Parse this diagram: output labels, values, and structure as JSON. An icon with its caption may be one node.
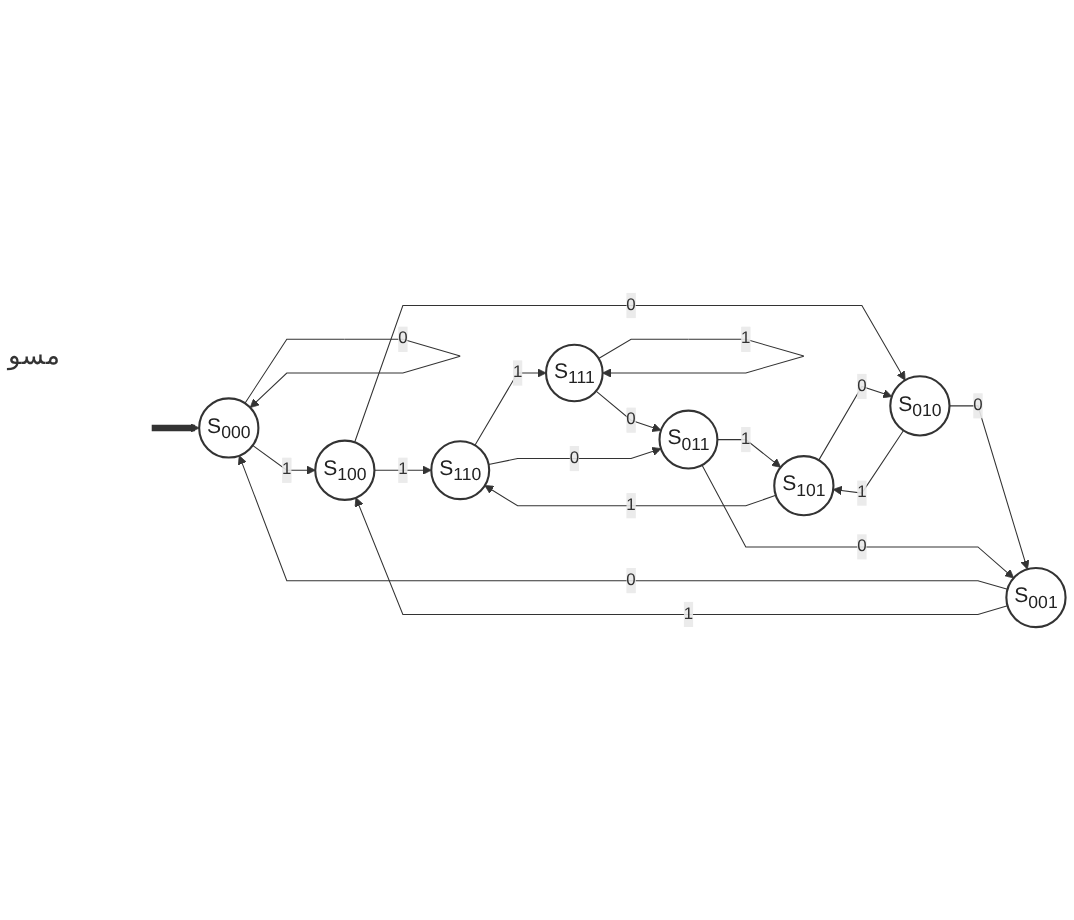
{
  "diagram": {
    "nodes": [
      {
        "text": [
          "S$_{000}$"
        ]
      },
      {
        "text": [
          "S$_{100}$"
        ]
      },
      {
        "text": [
          "S$_{001}$"
        ]
      },
      {
        "text": [
          "S$_{111}$"
        ]
      },
      {
        "text": [
          "S$_{110}$"
        ]
      },
      {
        "text": [
          "S$_{010}$"
        ]
      },
      {
        "text": [
          "S$_{011}$"
        ]
      },
      {
        "text": [
          "S$_{101}$"
        ]
      }
    ],
    "edges": [
      {
        "from": 0,
        "to": 0,
        "arrow": "to",
        "label": "0"
      },
      {
        "from": 0,
        "to": 1,
        "arrow": "to",
        "label": "1"
      },
      {
        "from": 2,
        "to": 0,
        "arrow": "to",
        "label": "0"
      },
      {
        "from": 2,
        "to": 1,
        "arrow": "to",
        "label": "1"
      },
      {
        "from": 1,
        "to": 4,
        "arrow": "to",
        "label": "1"
      },
      {
        "from": 1,
        "to": 5,
        "arrow": "to",
        "label": "0"
      },
      {
        "from": 5,
        "to": 2,
        "arrow": "to",
        "label": "0"
      },
      {
        "from": 3,
        "to": 3,
        "arrow": "to",
        "label": "1"
      },
      {
        "from": 4,
        "to": 3,
        "arrow": "to",
        "label": "1"
      },
      {
        "from": 3,
        "to": 6,
        "arrow": "to",
        "label": "0"
      },
      {
        "from": 4,
        "to": 6,
        "arrow": "to",
        "label": "0"
      },
      {
        "from": 7,
        "to": 4,
        "arrow": "to",
        "label": "1"
      },
      {
        "from": 5,
        "to": 7,
        "arrow": "to",
        "label": "1"
      },
      {
        "from": 7,
        "to": 5,
        "arrow": "to",
        "label": "0"
      },
      {
        "from": 6,
        "to": 7,
        "arrow": "to",
        "label": "1"
      },
      {
        "from": 6,
        "to": 2,
        "arrow": "to",
        "label": "0"
      },
      {
        "from": null,
        "to": 0,
        "arrow": "to",
        "style": "thick"
      }
    ],
    "labels": [
      "مسو"
    ]
  }
}
